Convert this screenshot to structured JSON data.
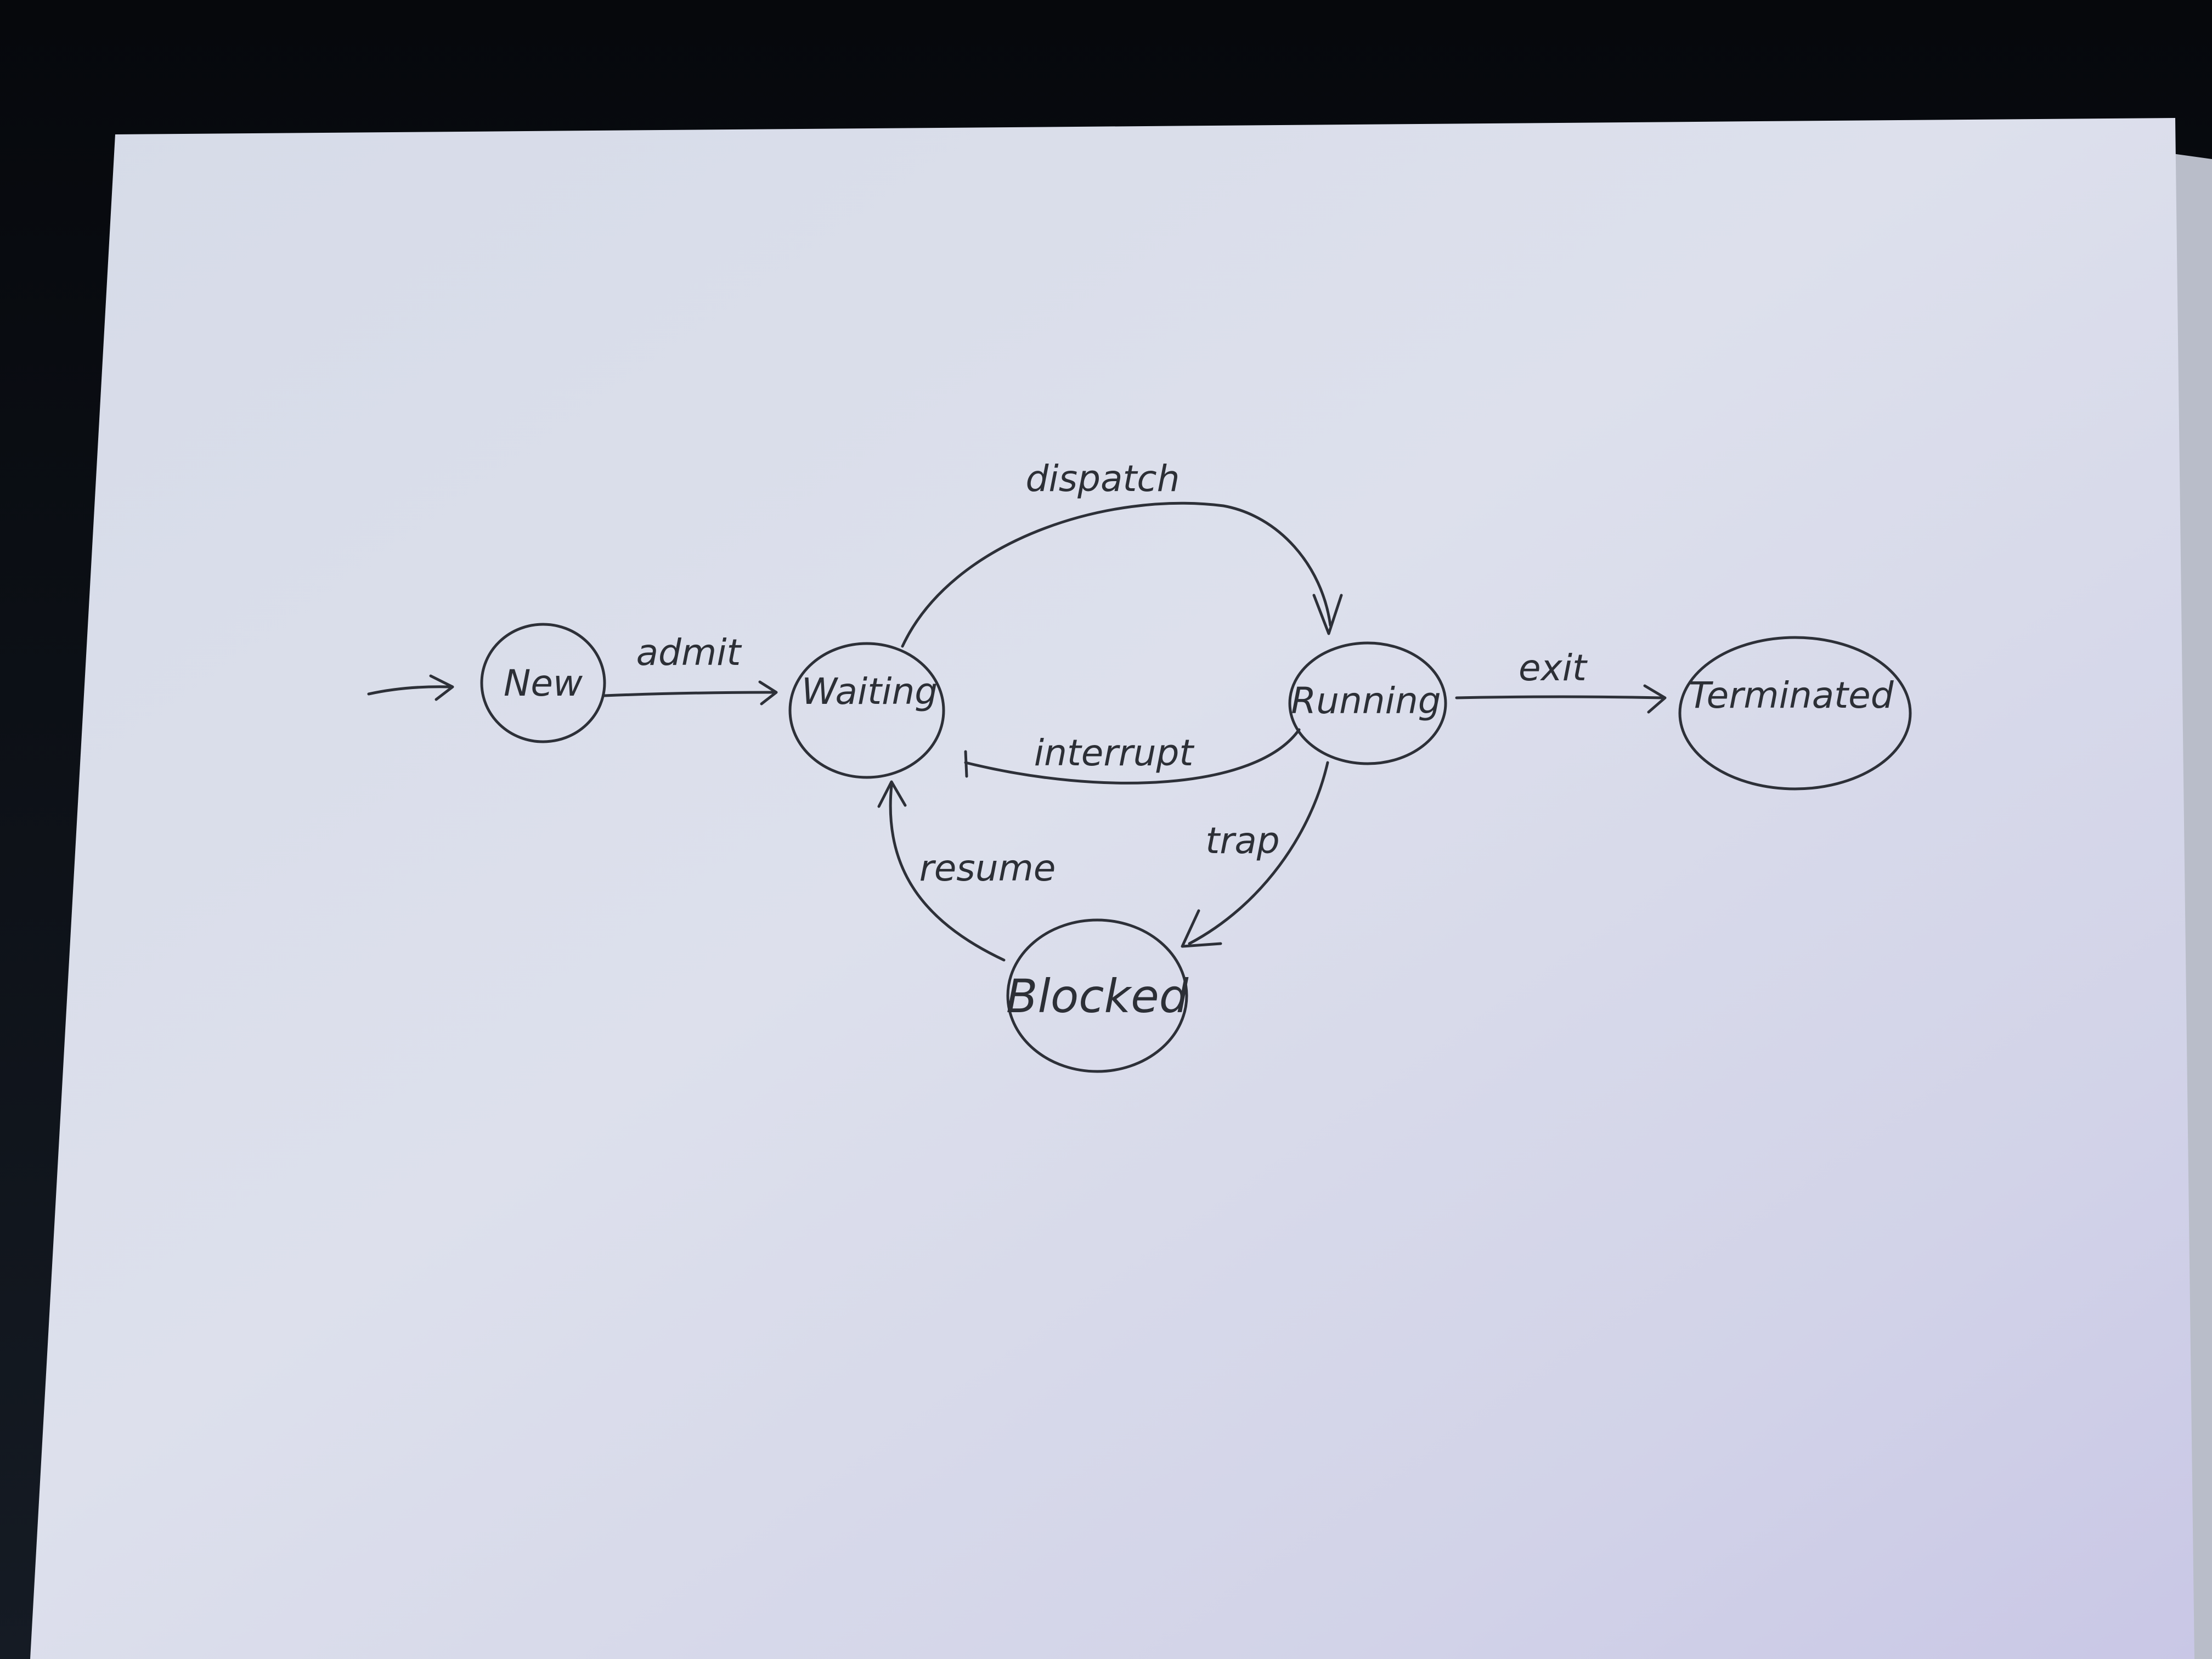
{
  "diagram": {
    "nodes": [
      {
        "id": "new",
        "label": "New"
      },
      {
        "id": "waiting",
        "label": "Waiting"
      },
      {
        "id": "running",
        "label": "Running"
      },
      {
        "id": "terminated",
        "label": "Terminated"
      },
      {
        "id": "blocked",
        "label": "Blocked"
      }
    ],
    "edges": [
      {
        "id": "start",
        "from": "",
        "to": "new",
        "label": ""
      },
      {
        "id": "admit",
        "from": "new",
        "to": "waiting",
        "label": "admit"
      },
      {
        "id": "dispatch",
        "from": "waiting",
        "to": "running",
        "label": "dispatch"
      },
      {
        "id": "interrupt",
        "from": "running",
        "to": "waiting",
        "label": "interrupt"
      },
      {
        "id": "exit",
        "from": "running",
        "to": "terminated",
        "label": "exit"
      },
      {
        "id": "trap",
        "from": "running",
        "to": "blocked",
        "label": "trap"
      },
      {
        "id": "resume",
        "from": "blocked",
        "to": "waiting",
        "label": "resume"
      }
    ]
  }
}
